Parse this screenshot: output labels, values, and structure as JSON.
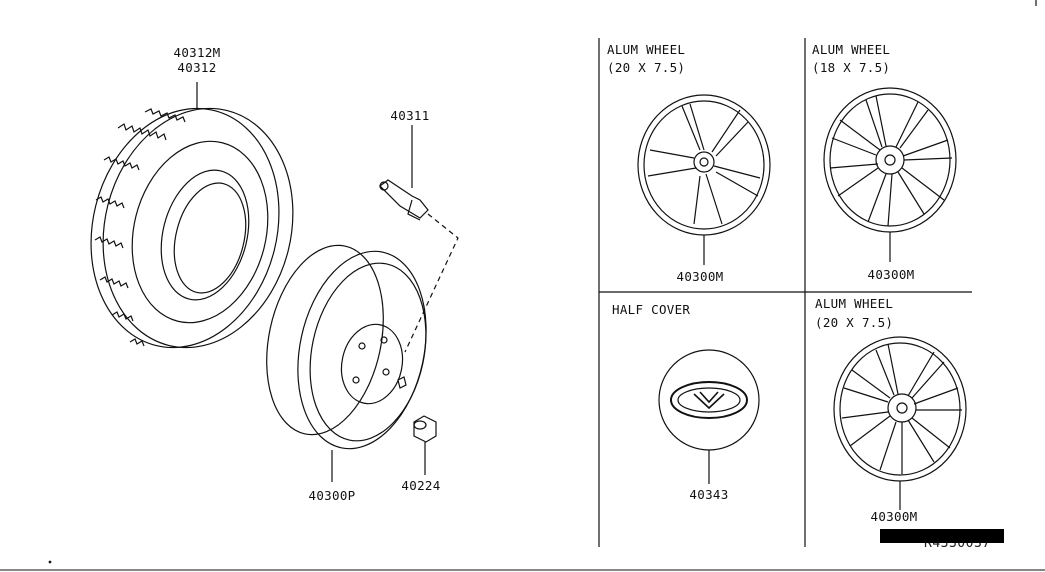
{
  "tire": {
    "part_numbers": [
      "40312M",
      "40312"
    ]
  },
  "valve": {
    "part_number": "40311"
  },
  "spare_wheel": {
    "part_number": "40300P"
  },
  "wheel_nut": {
    "part_number": "40224"
  },
  "panels": [
    {
      "title": "ALUM WHEEL",
      "size": "(20 X 7.5)",
      "part_number": "40300M"
    },
    {
      "title": "ALUM WHEEL",
      "size": "(18 X 7.5)",
      "part_number": "40300M"
    },
    {
      "title": "HALF COVER",
      "size": "",
      "part_number": "40343"
    },
    {
      "title": "ALUM WHEEL",
      "size": "(20 X 7.5)",
      "part_number": "40300M"
    }
  ],
  "diagram_code": "R4330037"
}
